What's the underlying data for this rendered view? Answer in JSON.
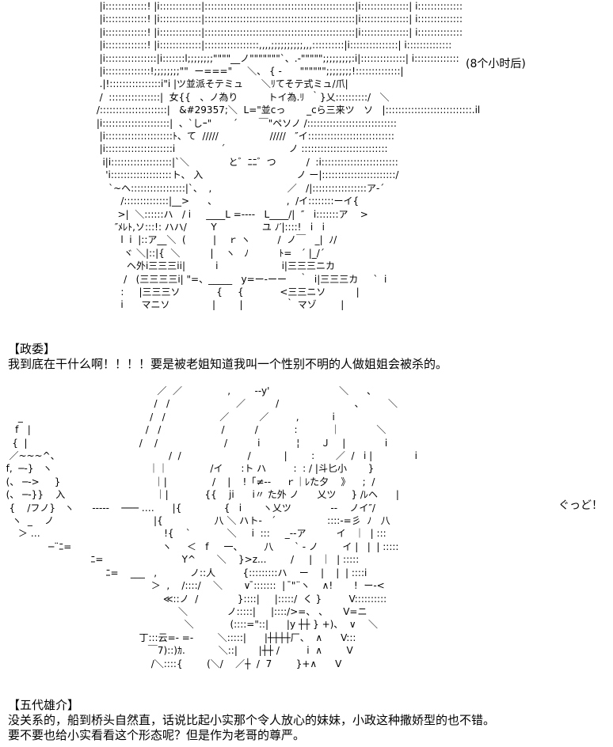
{
  "top_panel": {
    "art": "  |i:::::::::::::! |i:::::::::::::|:::::::::::::::::::::::::::::::::::::::::::::::|i:::::::::::::::| i::::::::::::::\n  |i:::::::::::::! |i:::::::::::::|:::::::::::::::::::::::::::::::::::::::::::::::|i:::::::::::::::| i::::::::::::::\n  |i:::::::::::::! |i:::::::::::::|:::::::::::::::::::::::::::::::::::::::::::::::|i:::::::::::::::| i::::::::::::::\n  |i:::::::::::::! |i:::::::::::::|:::::::::::::::::,,,,;;;;;;;;;;,,,::::::::::|i:::::::::::::::| i::::::::::::::\n  |i::::::::::::::::|i:::::::l;;;;;;;;\"\"\"\"__ノ\"\"\"\"\"\"\"`、.-\"\"\"\"\";;;;;;;;;:i|::::::::::::::| i::::::::::::::\n  |i::::::::::::::!;;;;;;;;\"\"  ー===\"     ＼、 { -      \"\"\"\"\"\";;;;;;;;!::::::::::::::|\n  .|!::::::::::::::::i\"i |ツ並派そテミュ      ＼ﾘてそテ式ミュ/爪|\n  /  ::::::::::::::::|  女{{   、ノ為り          トイ為.ﾘ  ｀}乂::::::::::/   ＼\n /:::::::::::::::::::::|   &#29357;＼  L=\"並cっ       _cら三来ツ   ソ   |:::::::::::::::::::::::::::.il\n |i:::::::::::::::::::::|  、`しｰ\"       ´       ￣\"ペソノ /::::::::::::::::::::::::::::\n  |i:::::::::::::::::::::ﾄ、て  /////                 /////   ″イ:::::::::::::::::::::::::::\n  |i:::::::::::::::::::::i               ´                     ノ :::::::::::::::::::::::::::\n   i|i:::::::::::::::::::|`＼             と゛ﾆﾆ゛つ          /  :i::::::::::::::::::::::::\n    'i:::::::::::::::::::ト、 入                               ノ ー|:::::::::::::::::::::::/\n     `~ヘ:::::::::::::::::|`、  ,                         ／   /|:::::::::::::::::ア-´\n         /::::::::::::::|__>      、                       ,  /イ::::::::ーイ{\n        >|  ＼::::::ハ   / i     ____L =----   L____/|  ″   i:::::::ア    >\n       ″ﾒﾚﾄ,ソ:::!: ハハ/        Y               ユ ﾉ′|::::!   i   i\n         l  i  |::ア__＼  (         |    ｒ ヽ         /  ノ￣   _|  ﾉ/\n          ヾ ＼|::|{  ＼          |    ヽ   ﾉ          ﾄ=   ´ |_/´\n           ヘ外i三三三ii|          i                     i|三三三ニカ\n          /   (三三三三i| \"=、_____   y=ー-ーー    ｀  i|三三三カ     `  i\n         :     |三三三ソ            {     {            <三三ニソ          |\n         i      マニソ              |        |              ｀ マゾ        |",
    "time_note": "(8个小时后)"
  },
  "dialogue_1": {
    "speaker": "【政委】",
    "line": "我到底在干什么啊！！！！要是被老姐知道我叫一个性别不明的人做姐姐会被杀的。"
  },
  "bottom_panel": {
    "art": "                                                    ／  ／               ,        --y'                       ＼      、\n                                                   /   /                      ／          /                         、        ＼\n      _                                          /   /                  ／          ／         ,           i\n     f   |                                      /   /                    /          /            :           ｜            ＼\n    {  |                                     /    /                      /          i            ¦       Ｊ    |             i\n   ／~~~^、                                    /  /                      /           |        :       ／  /   i |              i\n  f,  ─‐}   ヽ                                ｜｜              /イ      :ト ハ         :  : / |斗匕小       }\n  (、 ─‐>     }                               ｜|               /    |    !「≠--     ｒ｜ﾚた夕    》    ;  /\n  (、 ─‐}}    入                              ｜|            {{    ji      i〃 た外 ノ      乂ツ     } /ﾚヘ      |\n   {    /フノ}   ヽ      -----    ─── ‥‥      |{              {   i       ヽ乂ツ             --    ノイ″/\n    ヽ  _    ノ                                 |{                 八 ＼ ハト-   ´                 ::::-=彡  ﾉ   八\n      ＞ …                                         !{    `            ＼     i  :::     _--ア          イ   ｜  | :::\n                ─¨ﾆ=                              ヽ     ＜   f     一、       八       ` - ノ        イ |   |  | :::::\n                              ﾆ=                          Y^       ＼    }>z...        /     |   ｜  | :::::\n                                   ﾆ=    ___   ,           ノ::人         {:::::::::ハ    ー    |    |  | ::::i\n                                                  ＞  ,    /::::/    ＼       ∨ ̄:::::::  |  ̄\"¨ヽ    ∧!       !  ー-<\n                                                      ≪::ノ  /             }::::|     |:::::/  く }         V::::::::::\n                                                           ＼             ノ:::::|     |::::/>=、 、     V=ニ\n                                                             ＼            (::::=\"::|      |y ┼┼ } +)、  ∨    ＼\n                                              丁:::云=- =-        ＼:::::|      |┼┼┼┼厂、  ∧      V:::\n                                                 ￣7)::)ｶ.           ＼::|       |┼┼ /         i  ∧        V\n                                                  /＼::::{        (＼/    ／┼  /  7        }+∧      V",
    "thumbs_note": "ぐっど！"
  },
  "dialogue_2": {
    "speaker": "【五代雄介】",
    "line_1": "没关系的，船到桥头自然直，话说比起小实那个令人放心的妹妹，小政这种撒娇型的也不错。",
    "line_2": "要不要也给小实看看这个形态呢？但是作为老哥的尊严。"
  }
}
